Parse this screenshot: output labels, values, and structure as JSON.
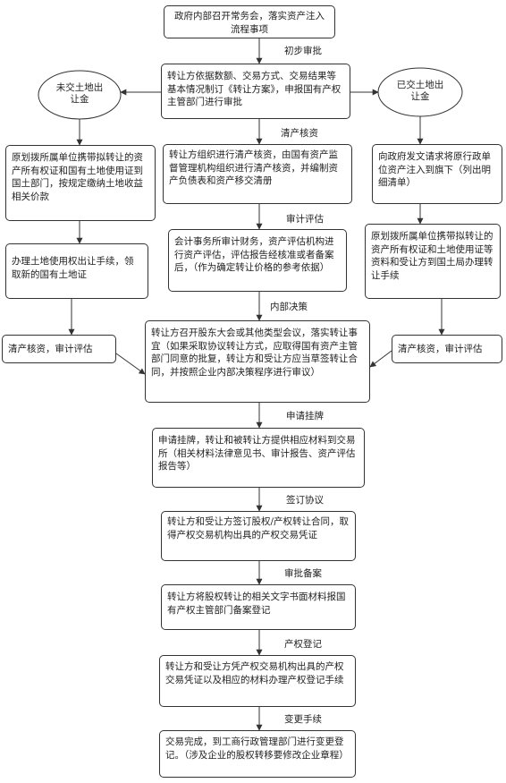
{
  "nodes": {
    "n1": "政府内部召开常务会，落实资产注入流程事项",
    "n2": "转让方依据数额、交易方式、交易结果等基本情况制订《转让方案》，申报国有产权主管部门进行审批",
    "n3": "转让方组织进行清产核资，由国有资产监督管理机构组织进行清产核资，并编制资产负债表和资产移交清册",
    "n4": "会计事务所审计财务，资产评估机构进行资产评估，评估报告经核准或者备案后，（作为确定转让价格的参考依据）",
    "n5": "转让方召开股东大会或其他类型会议，落实转让事宜（如果采取协议转让方式，应取得国有资产主管部门同意的批复，转让方和受让方应当草签转让合同，并按照企业内部决策程序进行审议）",
    "n6": "申请挂牌，转让和被转让方提供相应材料到交易所（相关材料法律意见书、审计报告、资产评估报告等）",
    "n7": "转让方和受让方签订股权/产权转让合同，取得产权交易机构出具的产权交易凭证",
    "n8": "转让方将股权转让的相关文字书面材料报国有产权主管部门备案登记",
    "n9": "转让方和受让方凭产权交易机构出具的产权交易凭证以及相应的材料办理产权登记手续",
    "n10": "交易完成，到工商行政管理部门进行变更登记。（涉及企业的股权转移要修改企业章程）",
    "l1": "原划拨所属单位携带拟转让的资产所有权证和国有土地使用证到国土部门，按规定缴纳土地收益相关价款",
    "l2": "办理土地使用权出让手续，领取新的国有土地证",
    "l3": "清产核资，审计评估",
    "r1": "向政府发文请求将原行政单位资产注入到旗下（列出明细清单）",
    "r2": "原划拨所属单位携带拟转让的资产所有权证和土地使用证等资料和受让方到国土局办理转让手续",
    "r3": "清产核资，审计评估"
  },
  "ellipses": {
    "left": "未交土地出让金",
    "right": "已交土地出让金"
  },
  "edges": {
    "e1": "初步审批",
    "e2": "清产核资",
    "e3": "审计评估",
    "e4": "内部决策",
    "e5": "申请挂牌",
    "e6": "签订协议",
    "e7": "审批备案",
    "e8": "产权登记",
    "e9": "变更手续"
  }
}
